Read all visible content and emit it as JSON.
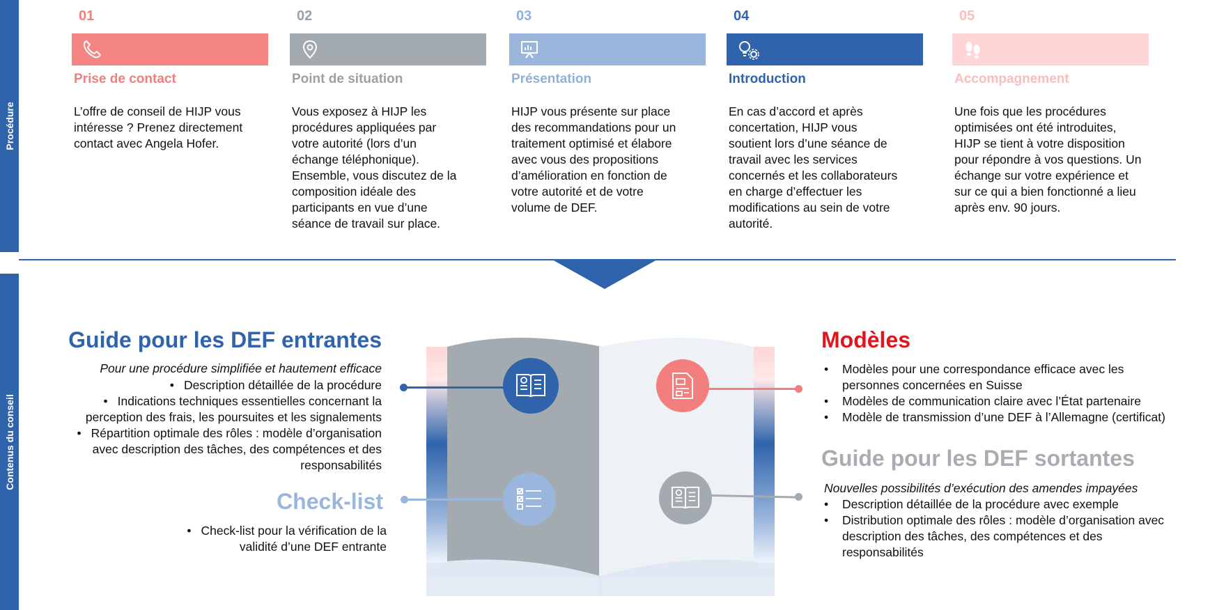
{
  "side_labels": {
    "top": "Procédure",
    "bottom": "Contenus du conseil"
  },
  "colors": {
    "accent_blue": "#2f64ad",
    "red": "#f27e7d",
    "gray": "#a3aab0",
    "light_blue": "#9bb6dc",
    "pale_pink": "#ffd5d5",
    "title_red": "#e0161f",
    "title_gray": "#a9adb1"
  },
  "steps": [
    {
      "num": "01",
      "icon": "phone-icon",
      "title": "Prise de contact",
      "lines": [
        "L’offre de conseil de HIJP vous",
        "intéresse ? Prenez directement",
        "contact avec Angela Hofer."
      ]
    },
    {
      "num": "02",
      "icon": "location-pin-icon",
      "title": "Point de situation",
      "lines": [
        "Vous exposez à HIJP les",
        "procédures appliquées par",
        "votre autorité (lors d’un",
        "échange téléphonique).",
        "Ensemble, vous discutez de la",
        "composition idéale des",
        "participants en vue d’une",
        "séance de travail sur place."
      ]
    },
    {
      "num": "03",
      "icon": "presentation-board-icon",
      "title": "Présentation",
      "lines": [
        "HIJP vous présente sur place",
        "des recommandations pour un",
        "traitement optimisé et élabore",
        "avec vous des propositions",
        "d’amélioration en fonction de",
        "votre autorité et de votre",
        "volume de DEF."
      ]
    },
    {
      "num": "04",
      "icon": "idea-gear-icon",
      "title": "Introduction",
      "lines": [
        "En cas d’accord et après",
        "concertation, HIJP vous",
        "soutient lors d’une séance de",
        "travail avec les services",
        "concernés et les collaborateurs",
        "en charge d’effectuer les",
        "modifications au sein de votre",
        "autorité."
      ]
    },
    {
      "num": "05",
      "icon": "footprints-icon",
      "title": "Accompagnement",
      "lines": [
        "Une fois que les procédures",
        "optimisées ont été introduites,",
        "HIJP se tient à votre disposition",
        "pour répondre à vos questions. Un",
        "échange sur votre expérience et",
        "sur ce qui a bien fonctionné a lieu",
        "après env. 90 jours."
      ]
    }
  ],
  "guide_entrantes": {
    "title": "Guide pour les DEF entrantes",
    "subtitle": "Pour une procédure simplifiée et hautement efficace",
    "items": [
      [
        "Description détaillée de la procédure"
      ],
      [
        "Indications techniques essentielles concernant la",
        "perception des frais, les poursuites et les signalements"
      ],
      [
        "Répartition optimale des rôles : modèle d’organisation",
        "avec description des tâches, des compétences et des",
        "responsabilités"
      ]
    ]
  },
  "checklist": {
    "title": "Check-list",
    "items": [
      [
        "Check-list pour la vérification de la",
        "validité d’une DEF entrante"
      ]
    ]
  },
  "modeles": {
    "title": "Modèles",
    "items": [
      [
        "Modèles pour une correspondance efficace avec les",
        "personnes concernées en Suisse"
      ],
      [
        "Modèles de communication claire avec l’État partenaire"
      ],
      [
        "Modèle de transmission d’une DEF à l’Allemagne (certificat)"
      ]
    ]
  },
  "guide_sortantes": {
    "title": "Guide pour les DEF sortantes",
    "subtitle": "Nouvelles possibilités d’exécution des amendes impayées",
    "items": [
      [
        "Description détaillée de la procédure avec exemple"
      ],
      [
        "Distribution optimale des rôles : modèle d’organisation avec",
        "description des tâches, des compétences et des",
        "responsabilités"
      ]
    ]
  },
  "book_icons": [
    "guide-book-icon",
    "checklist-icon",
    "document-form-icon",
    "open-book-icon"
  ]
}
